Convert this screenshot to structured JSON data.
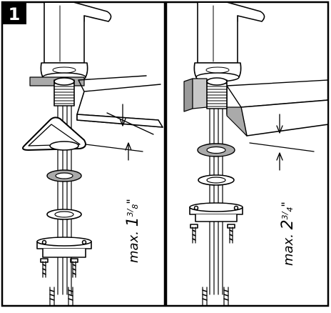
{
  "step": {
    "number": "1"
  },
  "panels": [
    {
      "dimension": {
        "prefix": "max. ",
        "whole": "1",
        "numerator": "3",
        "denominator": "8",
        "unit": "\""
      }
    },
    {
      "dimension": {
        "prefix": "max. ",
        "whole": "2",
        "numerator": "3",
        "denominator": "4",
        "unit": "\""
      }
    }
  ]
}
